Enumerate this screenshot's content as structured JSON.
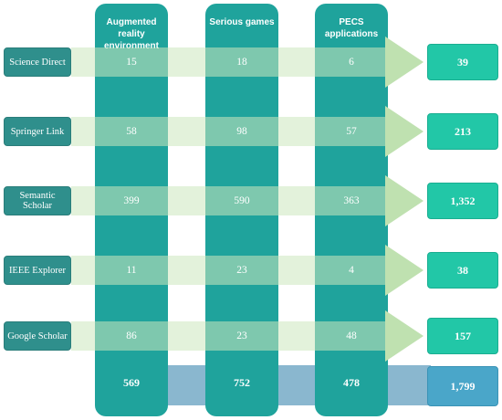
{
  "columns": [
    {
      "header": "Augmented reality environment",
      "total": "569"
    },
    {
      "header": "Serious games",
      "total": "752"
    },
    {
      "header": "PECS applications",
      "total": "478"
    }
  ],
  "rows": [
    {
      "source": "Science Direct",
      "values": [
        "15",
        "18",
        "6"
      ],
      "total": "39"
    },
    {
      "source": "Springer Link",
      "values": [
        "58",
        "98",
        "57"
      ],
      "total": "213"
    },
    {
      "source": "Semantic Scholar",
      "values": [
        "399",
        "590",
        "363"
      ],
      "total": "1,352"
    },
    {
      "source": "IEEE Explorer",
      "values": [
        "11",
        "23",
        "4"
      ],
      "total": "38"
    },
    {
      "source": "Google Scholar",
      "values": [
        "86",
        "23",
        "48"
      ],
      "total": "157"
    }
  ],
  "grand_total": "1,799",
  "colors": {
    "column": "#1fa39c",
    "source_box": "#2f8f8c",
    "arrow": "#cce8be",
    "row_total": "#22c7a7",
    "bottom_bar": "#8ab7cf",
    "grand_total": "#4aa6c9"
  }
}
